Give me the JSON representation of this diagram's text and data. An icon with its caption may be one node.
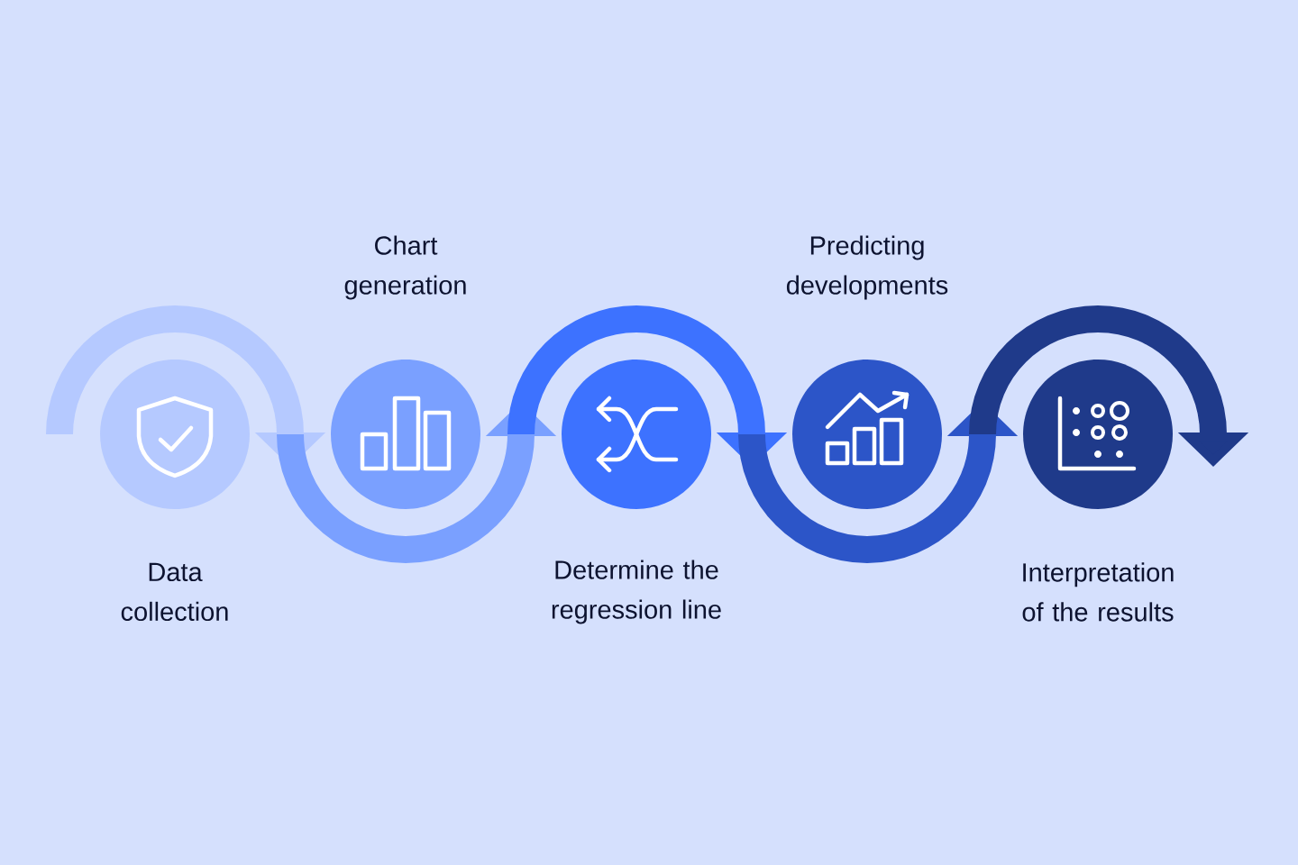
{
  "diagram": {
    "nodes": [
      {
        "text": [
          "Data collection"
        ]
      },
      {
        "text": [
          "Chart generation"
        ]
      },
      {
        "text": [
          "Determine the regression line"
        ]
      },
      {
        "text": [
          "Predicting developments"
        ]
      },
      {
        "text": [
          "Interpretation of the results"
        ]
      }
    ]
  }
}
